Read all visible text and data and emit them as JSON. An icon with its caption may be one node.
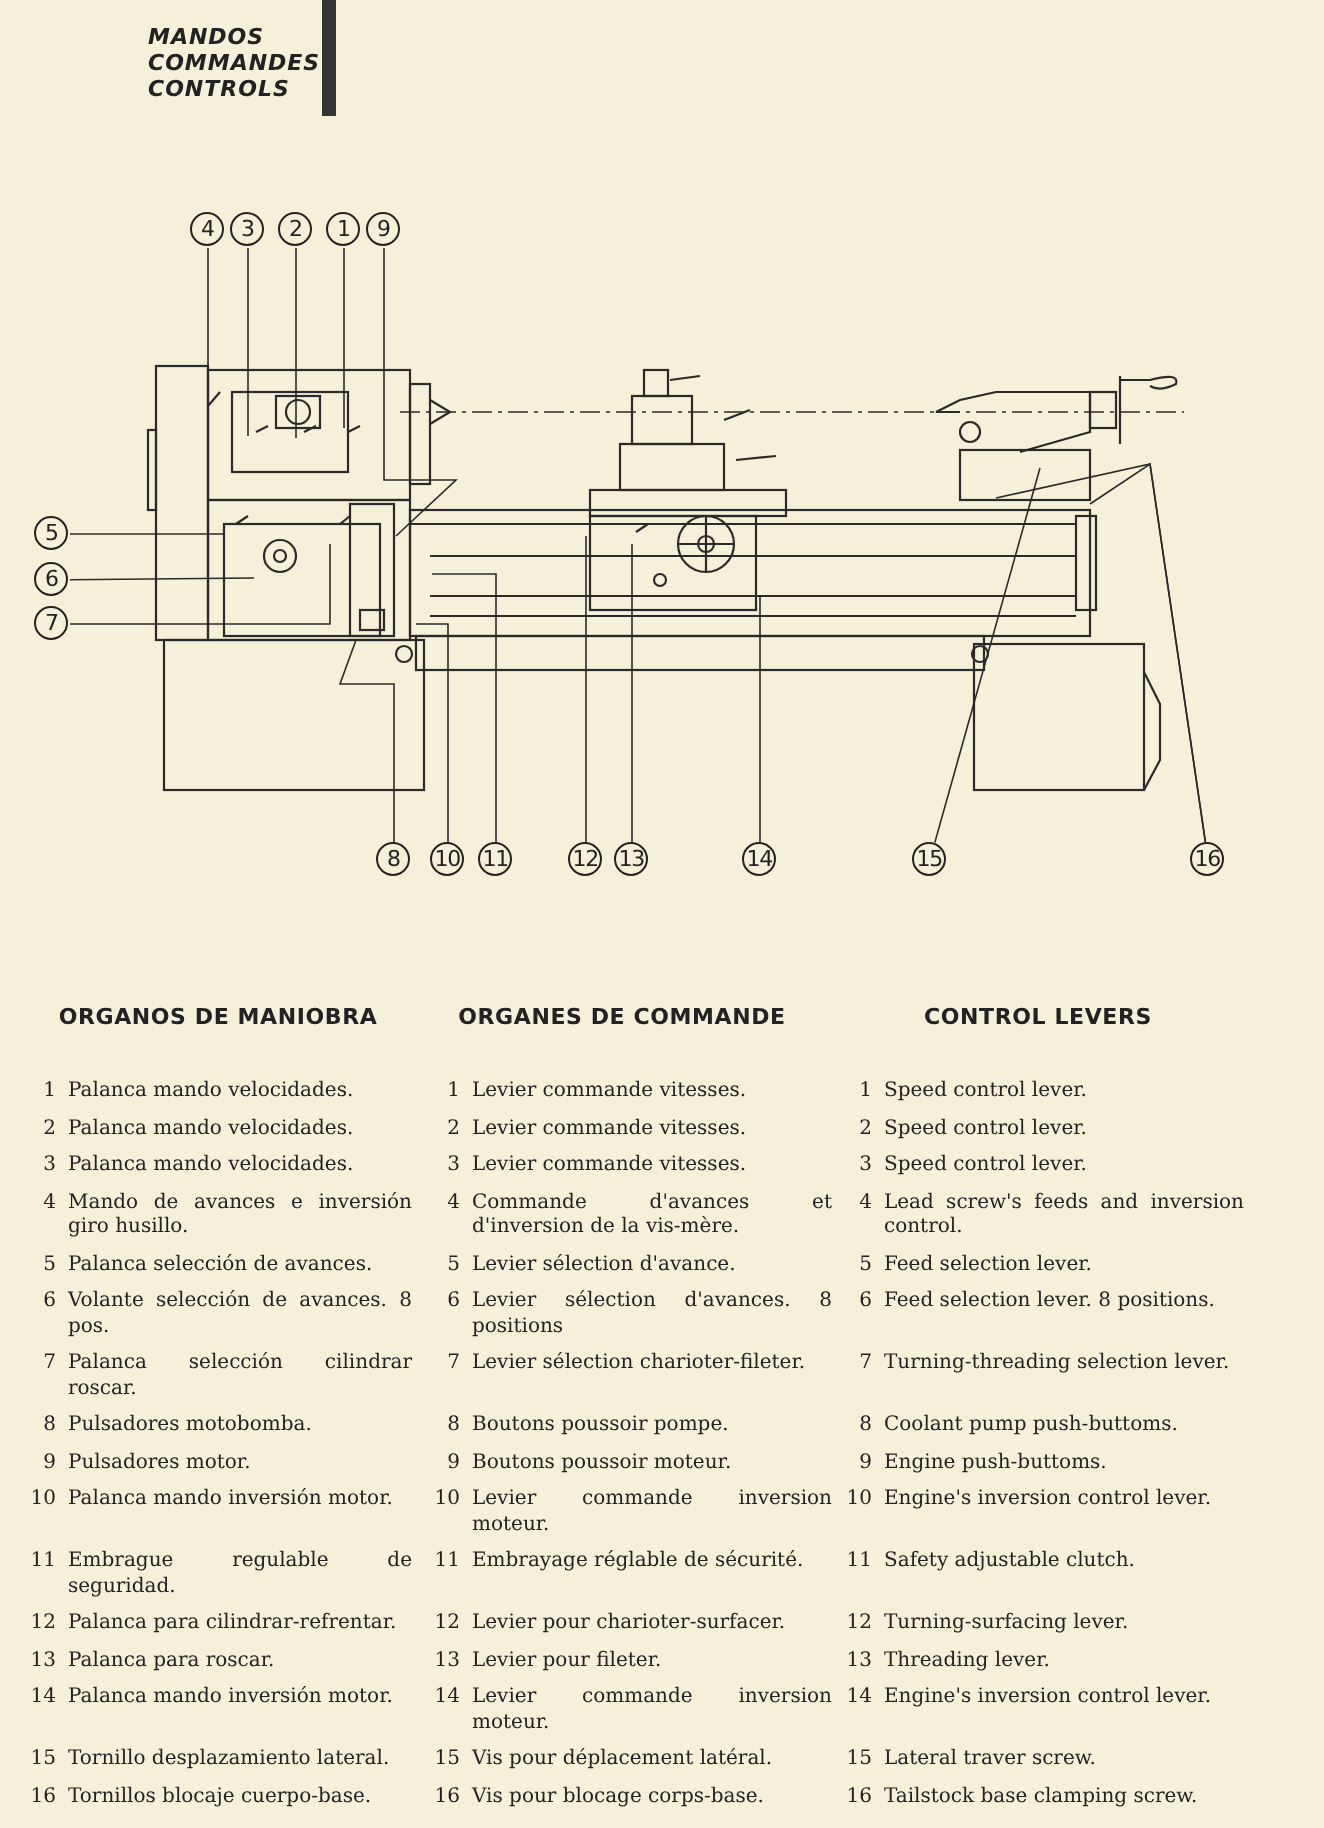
{
  "diagram": {
    "title": "MANDOS COMMANDES CONTROLS",
    "nodes": [
      {
        "text": [
          "4"
        ]
      },
      {
        "text": [
          "3"
        ]
      },
      {
        "text": [
          "2"
        ]
      },
      {
        "text": [
          "1"
        ]
      },
      {
        "text": [
          "9"
        ]
      },
      {
        "text": [
          "5"
        ]
      },
      {
        "text": [
          "6"
        ]
      },
      {
        "text": [
          "7"
        ]
      },
      {
        "text": [
          "8"
        ]
      },
      {
        "text": [
          "10"
        ]
      },
      {
        "text": [
          "11"
        ]
      },
      {
        "text": [
          "12"
        ]
      },
      {
        "text": [
          "13"
        ]
      },
      {
        "text": [
          "14"
        ]
      },
      {
        "text": [
          "15"
        ]
      },
      {
        "text": [
          "16"
        ]
      }
    ],
    "edges": [
      {
        "from": 0,
        "to": null,
        "arrow": "none"
      },
      {
        "from": 1,
        "to": null,
        "arrow": "none"
      },
      {
        "from": 2,
        "to": null,
        "arrow": "none"
      },
      {
        "from": 3,
        "to": null,
        "arrow": "none"
      },
      {
        "from": 4,
        "to": null,
        "arrow": "none"
      },
      {
        "from": 5,
        "to": null,
        "arrow": "none"
      },
      {
        "from": 6,
        "to": null,
        "arrow": "none"
      },
      {
        "from": 7,
        "to": null,
        "arrow": "none"
      },
      {
        "from": 8,
        "to": null,
        "arrow": "none"
      },
      {
        "from": 9,
        "to": null,
        "arrow": "none"
      },
      {
        "from": 10,
        "to": null,
        "arrow": "none"
      },
      {
        "from": 11,
        "to": null,
        "arrow": "none"
      },
      {
        "from": 12,
        "to": null,
        "arrow": "none"
      },
      {
        "from": 13,
        "to": null,
        "arrow": "none"
      },
      {
        "from": 14,
        "to": null,
        "arrow": "none"
      },
      {
        "from": 15,
        "to": null,
        "arrow": "none"
      },
      {
        "from": 15,
        "to": null,
        "arrow": "none"
      }
    ],
    "labels": [
      "ORGANOS DE MANIOBRA",
      "ORGANES DE COMMANDE",
      "CONTROL LEVERS",
      "1",
      "Palanca mando velocidades.",
      "1",
      "Levier commande vitesses.",
      "1",
      "Speed control lever.",
      "2",
      "Palanca mando velocidades.",
      "2",
      "Levier commande vitesses.",
      "2",
      "Speed control lever.",
      "3",
      "Palanca mando velocidades.",
      "3",
      "Levier commande vitesses.",
      "3",
      "Speed control lever.",
      "4",
      "Mando de avances e inversión giro husillo.",
      "4",
      "Commande d'avances et d'inversion de la vis-mère.",
      "4",
      "Lead screw's feeds and inversion control.",
      "5",
      "Palanca selección de avances.",
      "5",
      "Levier sélection d'avance.",
      "5",
      "Feed selection lever.",
      "6",
      "Volante selección de avances. 8 pos.",
      "6",
      "Levier sélection d'avances. 8 positions",
      "6",
      "Feed selection lever. 8 positions.",
      "7",
      "Palanca selección cilindrar roscar.",
      "7",
      "Levier sélection charioter-fileter.",
      "7",
      "Turning-threading selection lever.",
      "8",
      "Pulsadores motobomba.",
      "8",
      "Boutons poussoir pompe.",
      "8",
      "Coolant pump push-buttoms.",
      "9",
      "Pulsadores motor.",
      "9",
      "Boutons poussoir moteur.",
      "9",
      "Engine push-buttoms.",
      "10",
      "Palanca mando inversión motor.",
      "10",
      "Levier commande inversion moteur.",
      "10",
      "Engine's inversion control lever.",
      "11",
      "Embrague regulable de seguridad.",
      "11",
      "Embrayage réglable de sécurité.",
      "11",
      "Safety adjustable clutch.",
      "12",
      "Palanca para cilindrar-refrentar.",
      "12",
      "Levier pour charioter-surfacer.",
      "12",
      "Turning-surfacing lever.",
      "13",
      "Palanca para roscar.",
      "13",
      "Levier pour fileter.",
      "13",
      "Threading lever.",
      "14",
      "Palanca mando inversión motor.",
      "14",
      "Levier commande inversion moteur.",
      "14",
      "Engine's inversion control lever.",
      "15",
      "Tornillo desplazamiento lateral.",
      "15",
      "Vis pour déplacement latéral.",
      "15",
      "Lateral traver screw.",
      "16",
      "Tornillos blocaje cuerpo-base.",
      "16",
      "Vis pour blocage corps-base.",
      "16",
      "Tailstock base clamping screw."
    ]
  }
}
